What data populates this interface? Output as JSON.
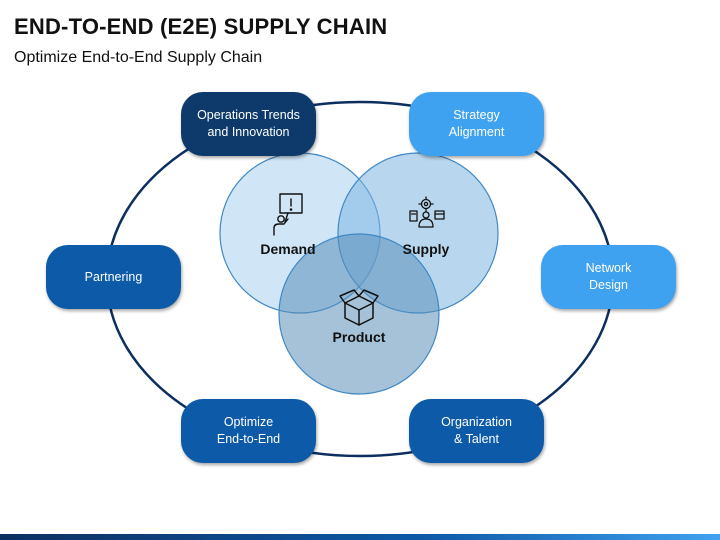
{
  "header": {
    "title": "END-TO-END (E2E) SUPPLY CHAIN",
    "subtitle": "Optimize End-to-End Supply Chain"
  },
  "nodes": [
    {
      "label": "Operations Trends\nand Innovation",
      "shade": "dark"
    },
    {
      "label": "Strategy\nAlignment",
      "shade": "light"
    },
    {
      "label": "Partnering",
      "shade": "mid"
    },
    {
      "label": "Network\nDesign",
      "shade": "light"
    },
    {
      "label": "Optimize\nEnd-to-End",
      "shade": "mid"
    },
    {
      "label": "Organization\n& Talent",
      "shade": "mid"
    }
  ],
  "venn": {
    "demand": "Demand",
    "supply": "Supply",
    "product": "Product"
  },
  "colors": {
    "dark_navy": "#0d3a6b",
    "mid_blue": "#0d5aa8",
    "light_blue": "#3fa2f0",
    "ring": "#0d2f60",
    "circle_fill": "#a9d0ef",
    "circle_stroke": "#3f88c5"
  }
}
